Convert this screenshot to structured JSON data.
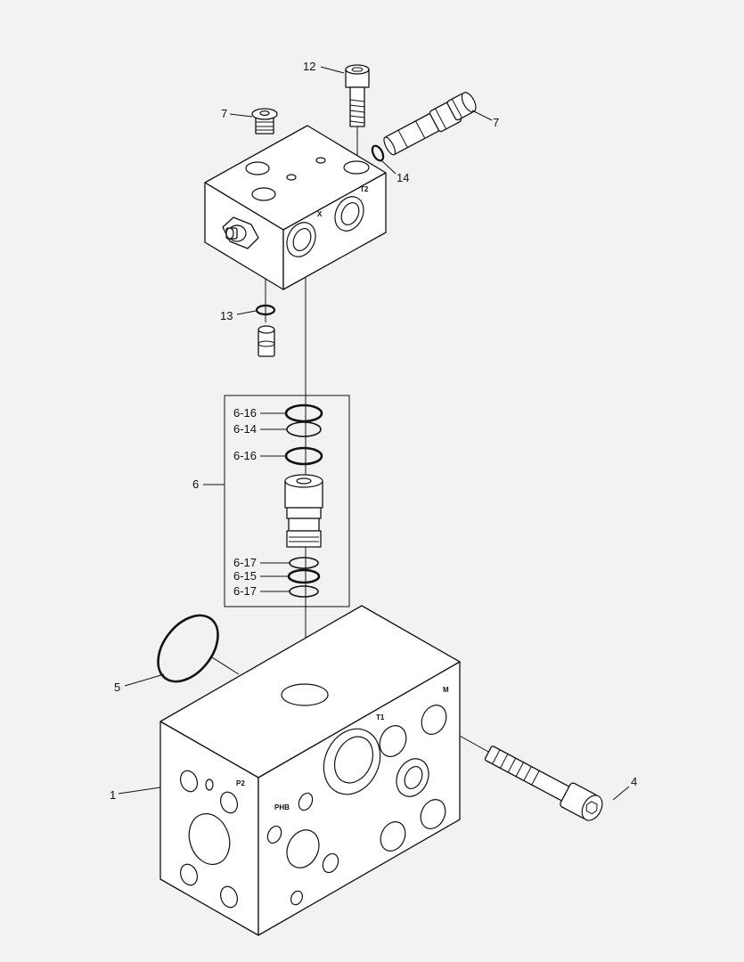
{
  "callouts": {
    "c1": "1",
    "c4": "4",
    "c5": "5",
    "c6": "6",
    "c6_16a": "6-16",
    "c6_14": "6-14",
    "c6_16b": "6-16",
    "c6_17a": "6-17",
    "c6_15": "6-15",
    "c6_17b": "6-17",
    "c7a": "7",
    "c7b": "7",
    "c12": "12",
    "c13": "13",
    "c14": "14"
  },
  "port_marks": {
    "t2": "T2",
    "x": "X",
    "t1": "T1",
    "m": "M",
    "p2": "P2",
    "phb": "PHB"
  },
  "colors": {
    "background": "#f2f2f2",
    "line": "#111111",
    "part_fill": "#ffffff"
  }
}
